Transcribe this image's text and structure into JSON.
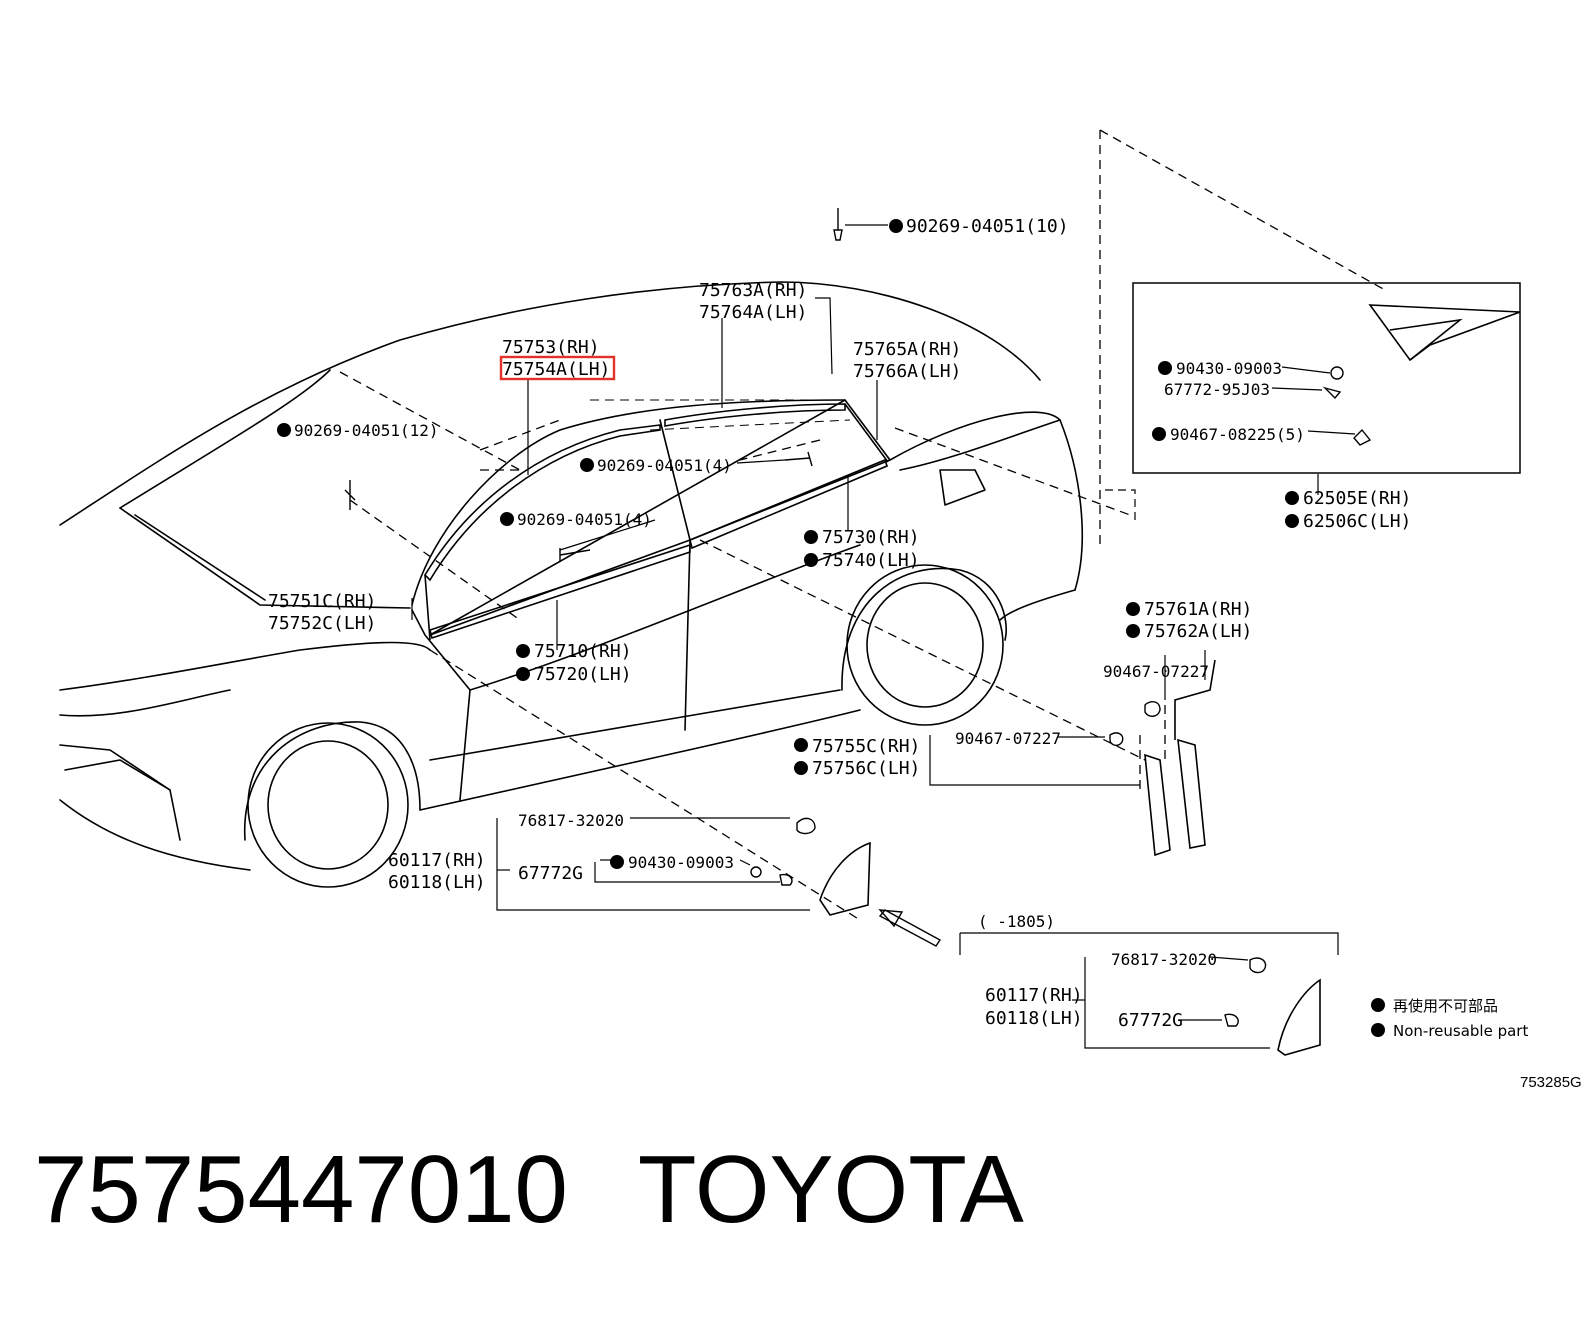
{
  "callouts": {
    "c01": "90269-04051(10)",
    "c02a": "75763A(RH)",
    "c02b": "75764A(LH)",
    "c03a": "75753(RH)",
    "c03b": "75754A(LH)",
    "c04a": "75765A(RH)",
    "c04b": "75766A(LH)",
    "c05": "90269-04051(12)",
    "c06": "90269-04051(4)",
    "c07": "90269-04051(4)",
    "c08a": "75730(RH)",
    "c08b": "75740(LH)",
    "c09a": "75751C(RH)",
    "c09b": "75752C(LH)",
    "c10a": "75710(RH)",
    "c10b": "75720(LH)",
    "c11": "90430-09003",
    "c12": "67772-95J03",
    "c13": "90467-08225(5)",
    "c14a": "62505E(RH)",
    "c14b": "62506C(LH)",
    "c15a": "75761A(RH)",
    "c15b": "75762A(LH)",
    "c16": "90467-07227",
    "c17": "90467-07227",
    "c18a": "75755C(RH)",
    "c18b": "75756C(LH)",
    "c19": "76817-32020",
    "c20a": "60117(RH)",
    "c20b": "60118(LH)",
    "c21": "67772G",
    "c22": "90430-09003",
    "c23": "(      -1805)",
    "c24": "76817-32020",
    "c25a": "60117(RH)",
    "c25b": "60118(LH)",
    "c26": "67772G"
  },
  "legend": {
    "line1": "再使用不可部品",
    "line2": "Non-reusable part"
  },
  "reference_code": "753285G",
  "caption": {
    "part_number": "7575447010",
    "brand": "TOYOTA"
  },
  "highlight_color": "#e0322b"
}
